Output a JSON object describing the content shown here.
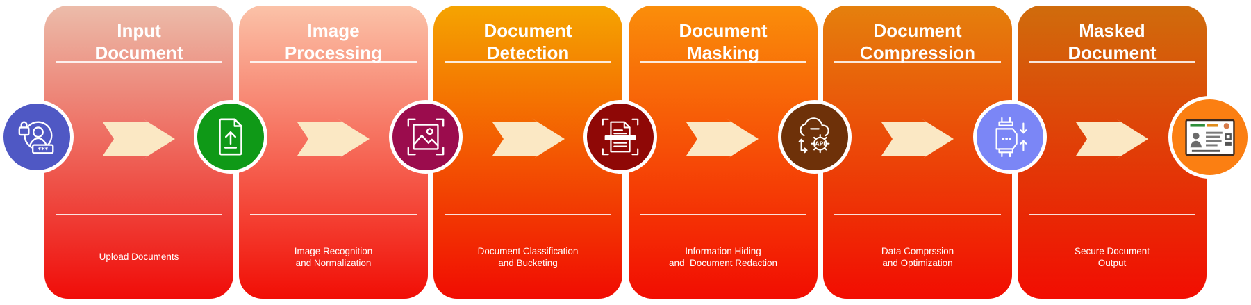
{
  "stages": [
    {
      "title": [
        "Input",
        "Document"
      ],
      "description": [
        "Upload Documents"
      ],
      "gradient": [
        "#ecbcaa",
        "#f00c08"
      ],
      "icon": "user-credentials-icon",
      "icon_bg": "#4f58c4"
    },
    {
      "title": [
        "Image",
        "Processing"
      ],
      "description": [
        "Image Recognition",
        "and Normalization"
      ],
      "gradient": [
        "#fbc2a8",
        "#f10e05"
      ],
      "icon": "file-upload-icon",
      "icon_bg": "#0f9917"
    },
    {
      "title": [
        "Document",
        "Detection"
      ],
      "description": [
        "Document Classification",
        "and Bucketing"
      ],
      "gradient": [
        "#f5a401",
        "#f10c02"
      ],
      "icon": "image-scan-icon",
      "icon_bg": "#9b0c4d"
    },
    {
      "title": [
        "Document",
        "Masking"
      ],
      "description": [
        "Information Hiding",
        "and  Document Redaction"
      ],
      "gradient": [
        "#fa8e0a",
        "#f20d02"
      ],
      "icon": "document-redaction-icon",
      "icon_bg": "#8f0806"
    },
    {
      "title": [
        "Document",
        "Compression"
      ],
      "description": [
        "Data Comprssion",
        "and Optimization"
      ],
      "gradient": [
        "#e5800d",
        "#f20d02"
      ],
      "icon": "cloud-api-icon",
      "icon_bg": "#6e3109"
    },
    {
      "title": [
        "Masked",
        "Document"
      ],
      "description": [
        "Secure Document",
        "Output"
      ],
      "gradient": [
        "#d06c0c",
        "#f20d02"
      ],
      "icon": "compression-icon",
      "icon_bg": "#7b86f6"
    }
  ],
  "final_node": {
    "icon": "masked-id-card-icon",
    "icon_bg": "#fb7f12"
  },
  "arrow_color": "#fbe8c4"
}
